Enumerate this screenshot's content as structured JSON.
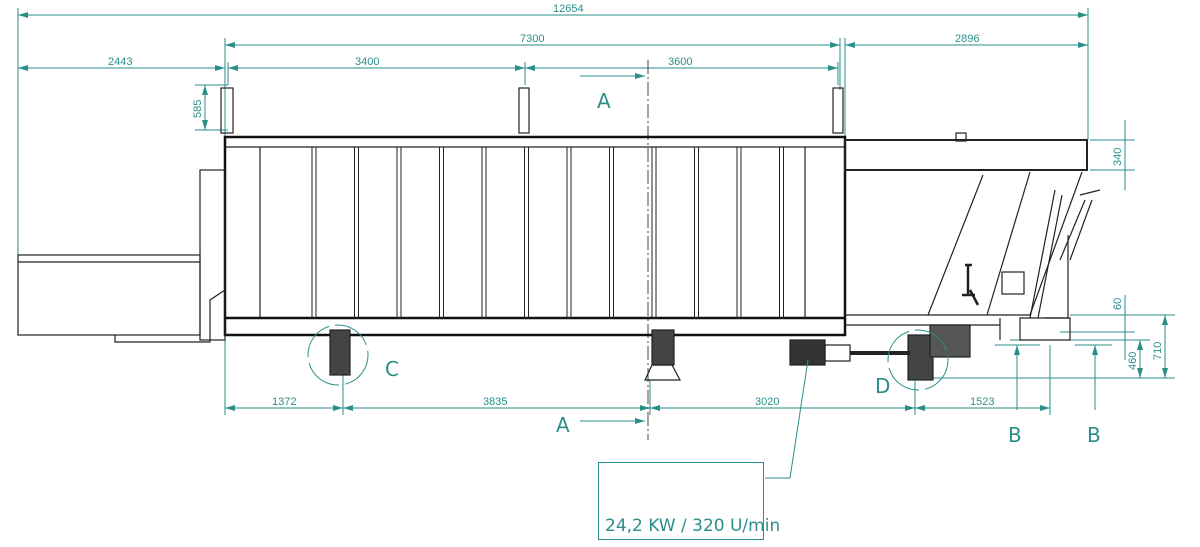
{
  "dimensions": {
    "overall_length": "12654",
    "left_conveyor": "2443",
    "body_length": "7300",
    "hopper_length": "2896",
    "body_left": "3400",
    "body_right": "3600",
    "post_height": "585",
    "hopper_top": "340",
    "bottom_1": "1372",
    "bottom_2": "3835",
    "bottom_3": "3020",
    "bottom_4": "1523",
    "height_60": "60",
    "height_460": "460",
    "height_710": "710"
  },
  "section_labels": {
    "a_top": "A",
    "a_bottom": "A",
    "b_left": "B",
    "b_right": "B"
  },
  "detail_labels": {
    "c": "C",
    "d": "D"
  },
  "motor_callout": "24,2 KW / 320 U/min",
  "colors": {
    "dimension": "#2a8f8a",
    "drawing": "#222222"
  }
}
